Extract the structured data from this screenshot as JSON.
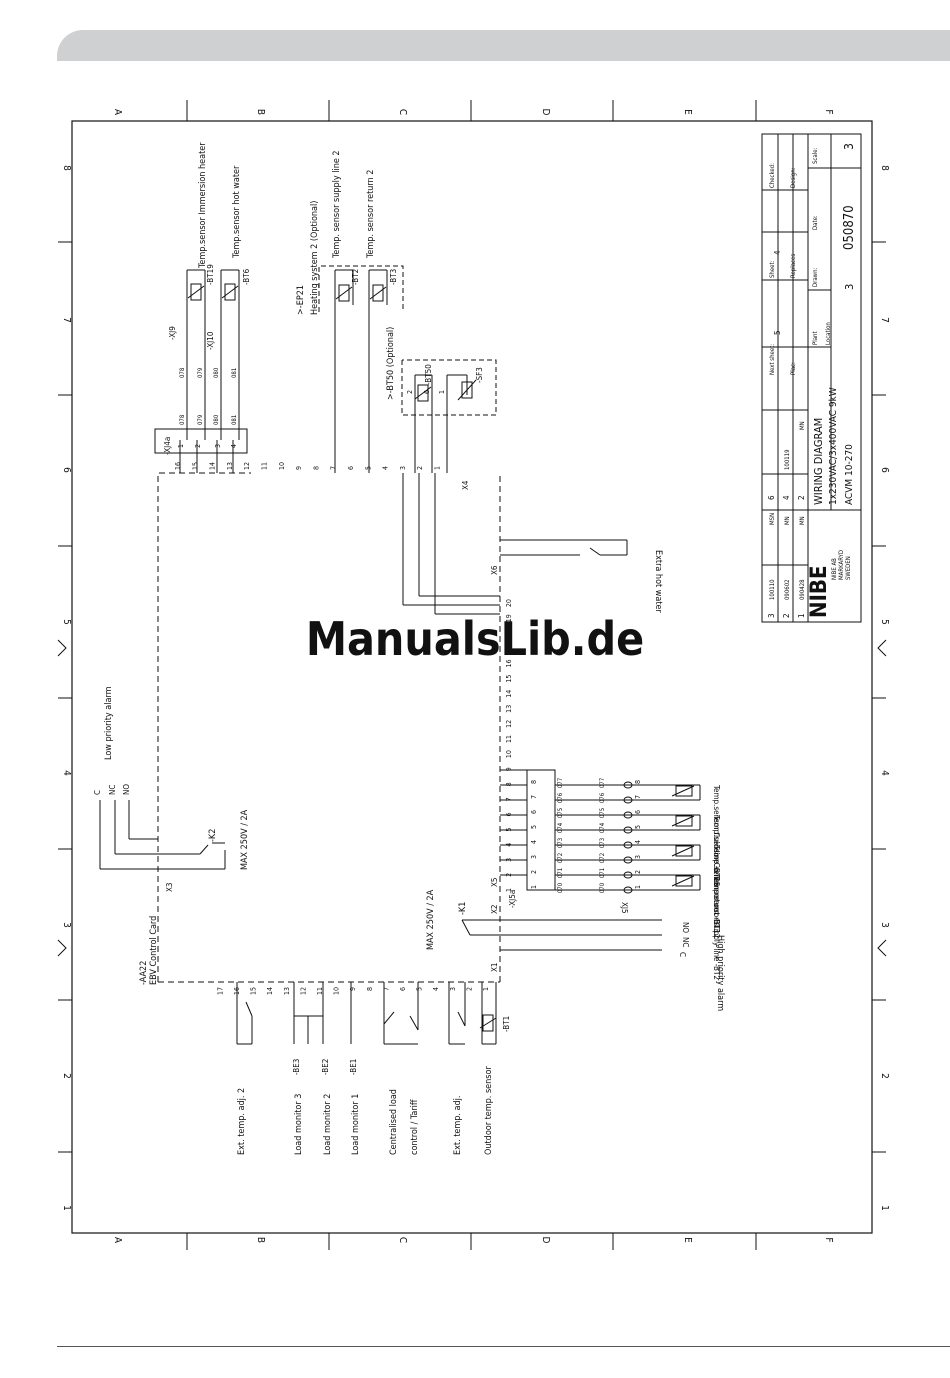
{
  "watermark": "ManualsLib.de",
  "frame": {
    "columns": [
      "A",
      "B",
      "C",
      "D",
      "E",
      "F"
    ],
    "rows": [
      "8",
      "7",
      "6",
      "5",
      "4",
      "3",
      "2",
      "1"
    ]
  },
  "title_block": {
    "title_lines": [
      "WIRING DIAGRAM",
      "1x230VAC/3x400VAC 9kW",
      "ACVM 10-270"
    ],
    "drawing_no": "050870",
    "sheet_digit": "3",
    "location_value": "3",
    "company": [
      "NIBE AB",
      "MARKARYD",
      "SWEDEN"
    ],
    "logo": "NIBE",
    "field_labels": [
      "Checked:",
      "Design:",
      "Scale:",
      "Sheet:",
      "Replaces",
      "Date:",
      "Drawn:",
      "Next sheet:",
      "Plac:",
      "Plant",
      "Location"
    ],
    "field_values": [
      "4",
      "5"
    ],
    "revisions": [
      [
        "3",
        "100110",
        "MSN"
      ],
      [
        "2",
        "090602",
        "MN"
      ],
      [
        "1",
        "090428",
        "MN"
      ]
    ],
    "rev_aux": [
      "6",
      "4",
      "2",
      "100119",
      "MN"
    ]
  },
  "left_labels": {
    "rows": [
      {
        "text": "Ext. temp. adj. 2"
      },
      {
        "text": "Load monitor 3"
      },
      {
        "text": "Load monitor 2"
      },
      {
        "text": "Load monitor 1"
      },
      {
        "text": "Centralised load"
      },
      {
        "text": "control / Tariff"
      },
      {
        "text": "Ext. temp. adj."
      },
      {
        "text": "Outdoor temp. sensor"
      }
    ]
  },
  "top_labels": {
    "rows": [
      {
        "text": "Temp.sensor Immersion heater"
      },
      {
        "text": "Temp.sensor hot water"
      },
      {
        "text": "Temp. sensor supply line 2"
      },
      {
        "text": "Temp. sensor return 2"
      },
      {
        "text": "Heating system 2  (Optional)"
      },
      {
        "text": ">-EP21"
      },
      {
        "text": ">-BT50  (Optional)"
      }
    ]
  },
  "components": {
    "card": "-AA22",
    "card_name": "EBV Control Card",
    "relay_k2": "-K2",
    "relay_k1": "-K1",
    "max_rating": "MAX 250V / 2A",
    "low_alarm": "Low priority alarm",
    "high_alarm": "High priority alarm",
    "extra_hw": "Extra hot water",
    "c_nc_no": [
      "C",
      "NC",
      "NO"
    ],
    "xj9": "-XJ9",
    "xj10": "-XJ10",
    "xj4a": "-XJ4a",
    "xj5": "XJ5",
    "xj5a": "-XJ5a",
    "bt19": "-BT19",
    "bt6": "-BT6",
    "bt2": "-BT2",
    "bt3": "-BT3",
    "bt50": "-BT50",
    "sf3": "-SF3",
    "be3": "-BE3",
    "be2": "-BE2",
    "be1": "-BE1",
    "bt1": "-BT1",
    "terminals": [
      "X1",
      "X2",
      "X3",
      "X4",
      "X5",
      "X6"
    ],
    "right_sensors": [
      "Temp.sensor fluid line  -BT15",
      "Temp.sensor Condensor out  -BT12",
      "Temp.sensor return  -BT3",
      "Temp.sensor supply line  -BT2"
    ]
  },
  "x1_terminals": [
    "1",
    "2",
    "3",
    "4",
    "5",
    "6",
    "7",
    "8",
    "9",
    "10",
    "11",
    "12",
    "13",
    "14",
    "15",
    "16",
    "17"
  ],
  "x4_terminals": [
    "16",
    "15",
    "14",
    "13",
    "12",
    "11",
    "10",
    "9",
    "8",
    "7",
    "6",
    "5",
    "4",
    "3",
    "2",
    "1"
  ],
  "x5_terminals": [
    "1",
    "2",
    "3",
    "4",
    "5",
    "6",
    "7",
    "8",
    "9",
    "10",
    "11",
    "12",
    "13",
    "14",
    "15",
    "16",
    "17",
    "18",
    "19",
    "20"
  ],
  "x5_connector": [
    "1",
    "2",
    "3",
    "4",
    "5",
    "6",
    "7",
    "8"
  ],
  "x5_wire_codes": [
    "070",
    "071",
    "072",
    "073",
    "074",
    "075",
    "076",
    "077"
  ],
  "xj4a_pins": [
    "1",
    "2",
    "3",
    "4"
  ],
  "xj4a_wires": [
    "078",
    "079",
    "080",
    "081"
  ],
  "bt50_pins": [
    "2",
    "6",
    "1"
  ]
}
